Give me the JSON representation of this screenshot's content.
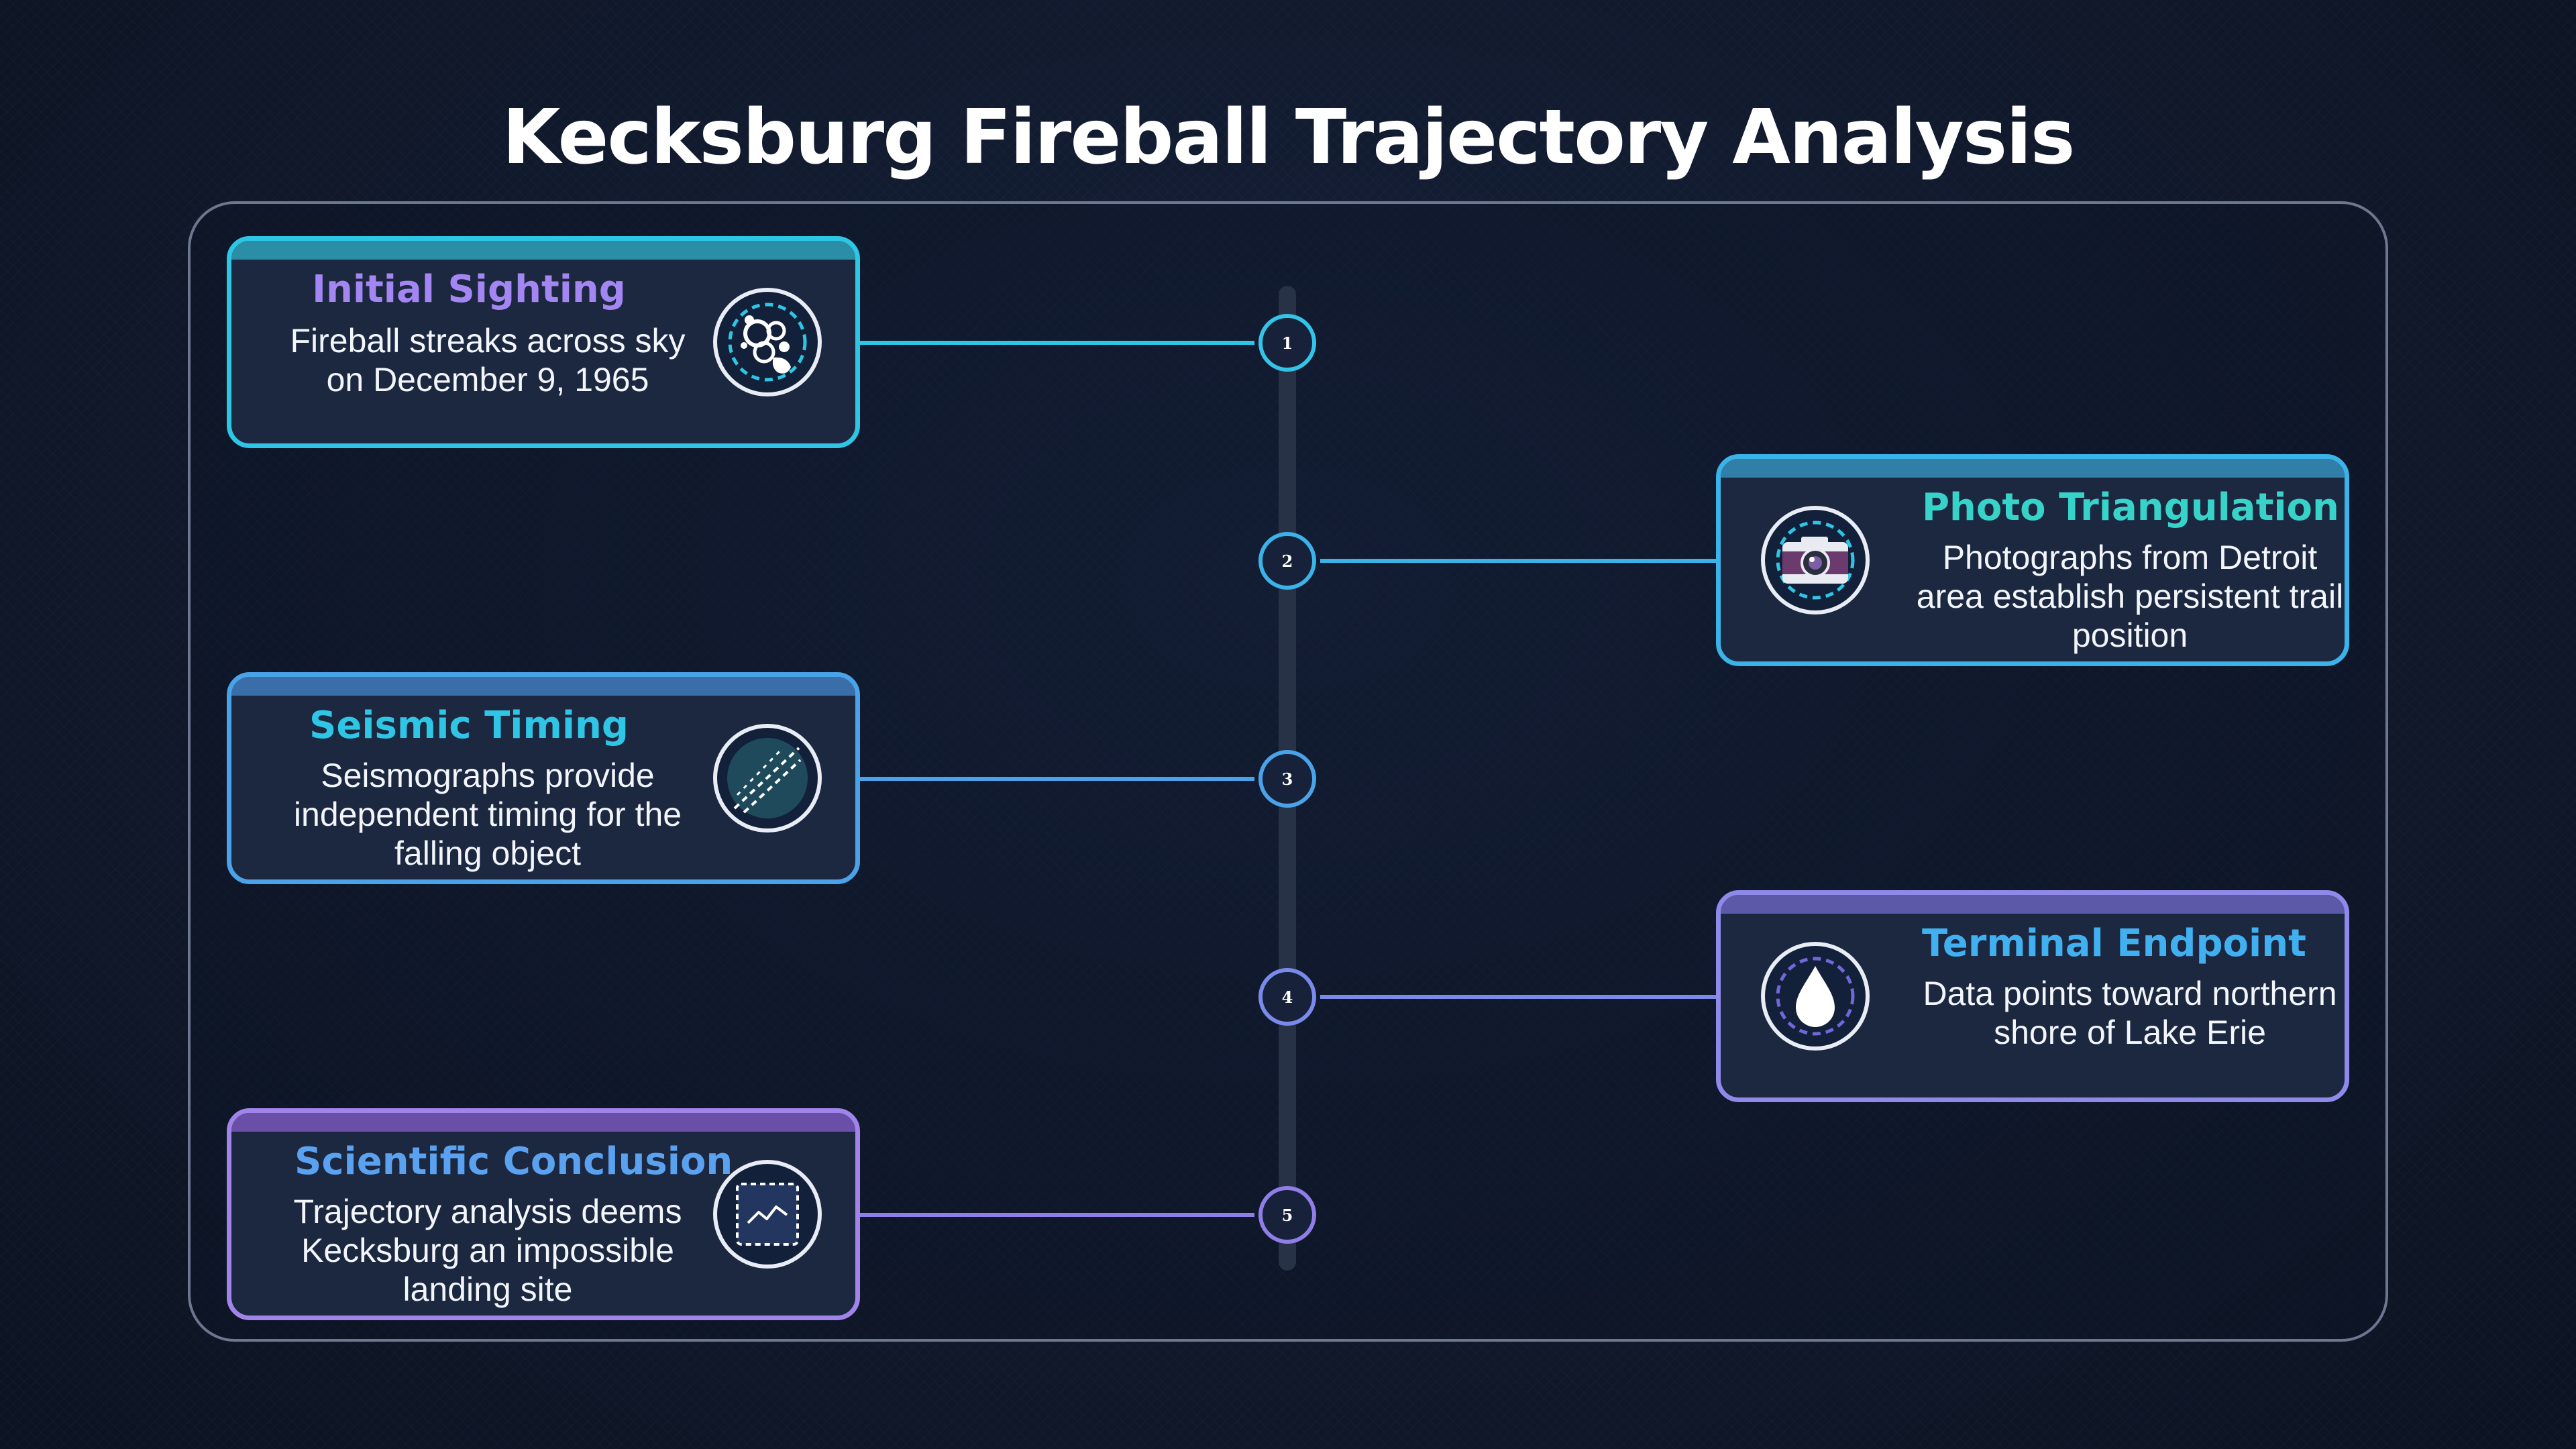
{
  "title": "Kecksburg Fireball Trajectory Analysis",
  "colors": {
    "cyan": "#2fc6e6",
    "blue": "#4aa3e8",
    "violet": "#8f7ee8",
    "title_purple": "#a486f3",
    "title_teal": "#37d3c8",
    "title_cyan": "#2fc6e6",
    "title_blue": "#41b0f0",
    "title_sky": "#5aa2f0"
  },
  "steps": [
    {
      "number": "1",
      "title": "Initial Sighting",
      "description": "Fireball streaks across sky on December 9, 1965",
      "icon": "meteor-swirl-icon",
      "side": "left"
    },
    {
      "number": "2",
      "title": "Photo Triangulation",
      "description": "Photographs from Detroit area establish persistent trail position",
      "icon": "camera-icon",
      "side": "right"
    },
    {
      "number": "3",
      "title": "Seismic Timing",
      "description": "Seismographs provide independent timing for the falling object",
      "icon": "seismograph-icon",
      "side": "left"
    },
    {
      "number": "4",
      "title": "Terminal Endpoint",
      "description": "Data points toward northern shore of Lake Erie",
      "icon": "water-drop-icon",
      "side": "right"
    },
    {
      "number": "5",
      "title": "Scientific Conclusion",
      "description": "Trajectory analysis deems Kecksburg an impossible landing site",
      "icon": "chart-frame-icon",
      "side": "left"
    }
  ]
}
